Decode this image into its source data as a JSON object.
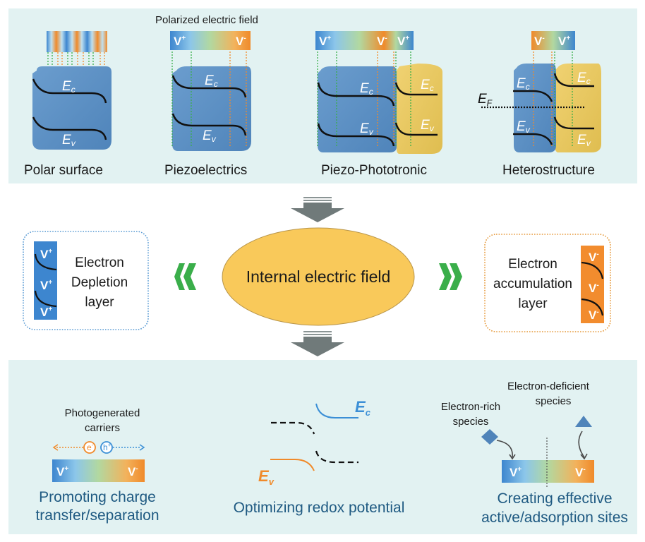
{
  "top_section": {
    "panels": [
      {
        "id": "polar",
        "caption": "Polar surface",
        "band_labels": {
          "ec": "E",
          "ec_sub": "c",
          "ev": "E",
          "ev_sub": "v"
        }
      },
      {
        "id": "piezo",
        "caption": "Piezoelectrics",
        "field_title": "Polarized electric field",
        "bar_labels": [
          "V",
          "V"
        ],
        "bar_sups": [
          "+",
          "-"
        ],
        "band_labels": {
          "ec": "E",
          "ec_sub": "c",
          "ev": "E",
          "ev_sub": "v"
        }
      },
      {
        "id": "piezo_photo",
        "caption": "Piezo-Phototronic",
        "bar_labels": [
          "V",
          "V",
          "V"
        ],
        "bar_sups": [
          "+",
          "-",
          "+"
        ],
        "band_labels": {
          "ec": "E",
          "ec_sub": "c",
          "ev": "E",
          "ev_sub": "v"
        }
      },
      {
        "id": "hetero",
        "caption": "Heterostructure",
        "bar_labels": [
          "V",
          "V"
        ],
        "bar_sups": [
          "-",
          "+"
        ],
        "fermi": "E",
        "fermi_sub": "F",
        "band_labels": {
          "ec": "E",
          "ec_sub": "c",
          "ev": "E",
          "ev_sub": "v"
        }
      }
    ]
  },
  "middle_section": {
    "center": "Internal electric field",
    "left_box": {
      "lines": [
        "Electron",
        "Depletion",
        "layer"
      ],
      "strip_label": "V",
      "strip_sup": "+"
    },
    "right_box": {
      "lines": [
        "Electron",
        "accumulation",
        "layer"
      ],
      "strip_label": "V",
      "strip_sup": "-"
    }
  },
  "bottom_section": {
    "charge": {
      "carrier_title": [
        "Photogenerated",
        "carriers"
      ],
      "electron": "e",
      "electron_sup": "-",
      "hole": "h",
      "hole_sup": "+",
      "bar_left": "V",
      "bar_left_sup": "+",
      "bar_right": "V",
      "bar_right_sup": "-",
      "caption": [
        "Promoting charge",
        "transfer/separation"
      ]
    },
    "redox": {
      "ec": "E",
      "ec_sub": "c",
      "ev": "E",
      "ev_sub": "v",
      "caption": "Optimizing redox potential"
    },
    "sites": {
      "rich": [
        "Electron-rich",
        "species"
      ],
      "deficient": [
        "Electron-deficient",
        "species"
      ],
      "bar_left": "V",
      "bar_left_sup": "+",
      "bar_right": "V",
      "bar_right_sup": "-",
      "caption": [
        "Creating effective",
        "active/adsorption sites"
      ]
    }
  },
  "colors": {
    "panel_bg": "#e2f2f2",
    "blue_block": "#5b8fc3",
    "yellow_block": "#e6c65c",
    "orange": "#f08a2a",
    "blue": "#3b8fd6",
    "green_arrow": "#3aae4a",
    "caption_blue": "#1f5a82",
    "ellipse": "#f9c95a",
    "gray_arrow": "#707a7a"
  }
}
